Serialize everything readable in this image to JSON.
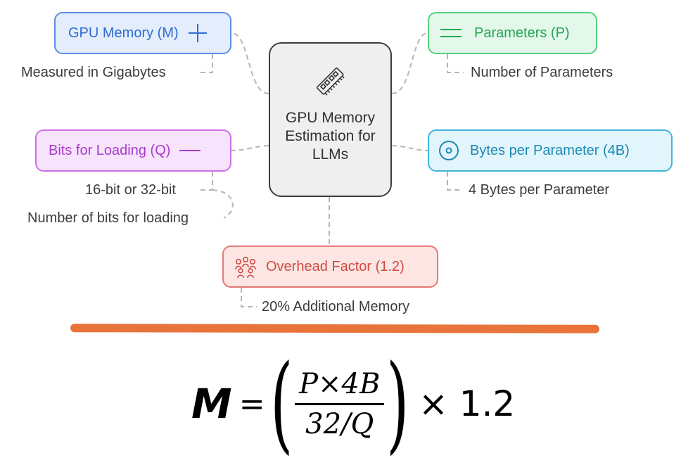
{
  "diagram": {
    "center": {
      "title": "GPU Memory Estimation for LLMs",
      "icon": "memory-chip-icon"
    },
    "nodes": {
      "gpu_memory": {
        "label": "GPU Memory (M)",
        "icon": "plus-icon",
        "color": "#5b8de4",
        "detail": "Measured in Gigabytes"
      },
      "parameters": {
        "label": "Parameters (P)",
        "icon": "equals-icon",
        "color": "#57cf80",
        "detail": "Number of Parameters"
      },
      "bits_for_loading": {
        "label": "Bits for Loading (Q)",
        "icon": "minus-icon",
        "color": "#cc71e6",
        "details": [
          "16-bit or 32-bit",
          "Number of bits for loading"
        ]
      },
      "bytes_per_parameter": {
        "label": "Bytes per Parameter (4B)",
        "icon": "target-icon",
        "color": "#3fb5dc",
        "detail": "4 Bytes per Parameter"
      },
      "overhead_factor": {
        "label": "Overhead Factor (1.2)",
        "icon": "people-group-icon",
        "color": "#e37a72",
        "detail": "20% Additional Memory"
      }
    }
  },
  "divider_color": "#e8743b",
  "formula": {
    "lhs": "M",
    "equals": "=",
    "left_paren": "(",
    "numerator": "P×4B",
    "denominator": "32/Q",
    "right_paren": ")",
    "multiplier": "× 1.2"
  }
}
